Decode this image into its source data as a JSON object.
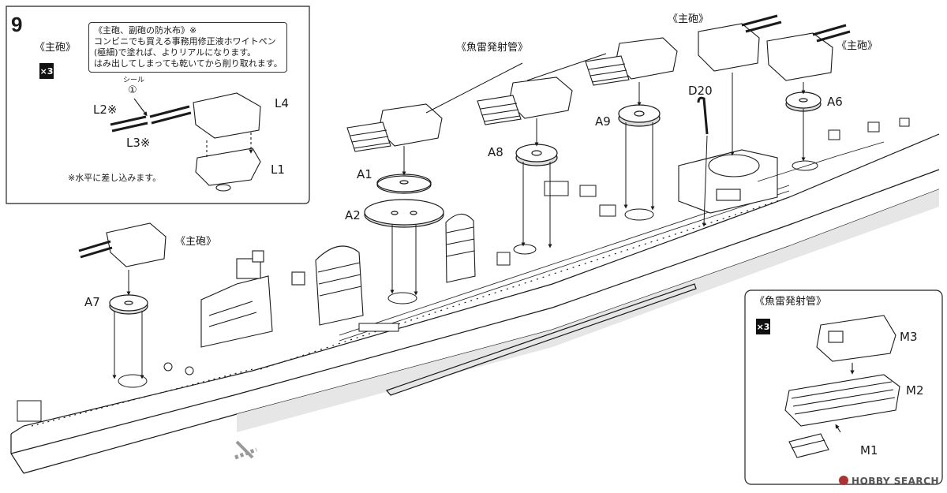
{
  "step_number": "9",
  "inset_top_left": {
    "title": "《主砲》",
    "quantity": "×3",
    "note_lines": [
      "《主砲、副砲の防水布》※",
      "コンビニでも買える事務用修正液ホワイトペン",
      "(極細)で塗れば、よりリアルになります。",
      "はみ出してしまっても乾いてから削り取れます。"
    ],
    "seal_label": "シール",
    "seal_number": "①",
    "parts": {
      "l1": "L1",
      "l2": "L2※",
      "l3": "L3※",
      "l4": "L4"
    },
    "footnote": "※水平に差し込みます。"
  },
  "inset_bottom_right": {
    "title": "《魚雷発射管》",
    "quantity": "×3",
    "parts": {
      "m1": "M1",
      "m2": "M2",
      "m3": "M3"
    }
  },
  "callouts": {
    "main_gun_left": "《主砲》",
    "torpedo_tubes": "《魚雷発射管》",
    "main_gun_top": "《主砲》",
    "main_gun_right": "《主砲》"
  },
  "part_labels": {
    "a1": "A1",
    "a2": "A2",
    "a6": "A6",
    "a7": "A7",
    "a8": "A8",
    "a9": "A9",
    "d20": "D20"
  },
  "watermark": "HOBBY SEARCH",
  "colors": {
    "ink": "#1a1a1a",
    "hull_shade": "#e6e6e6",
    "watermark": "#555555"
  }
}
